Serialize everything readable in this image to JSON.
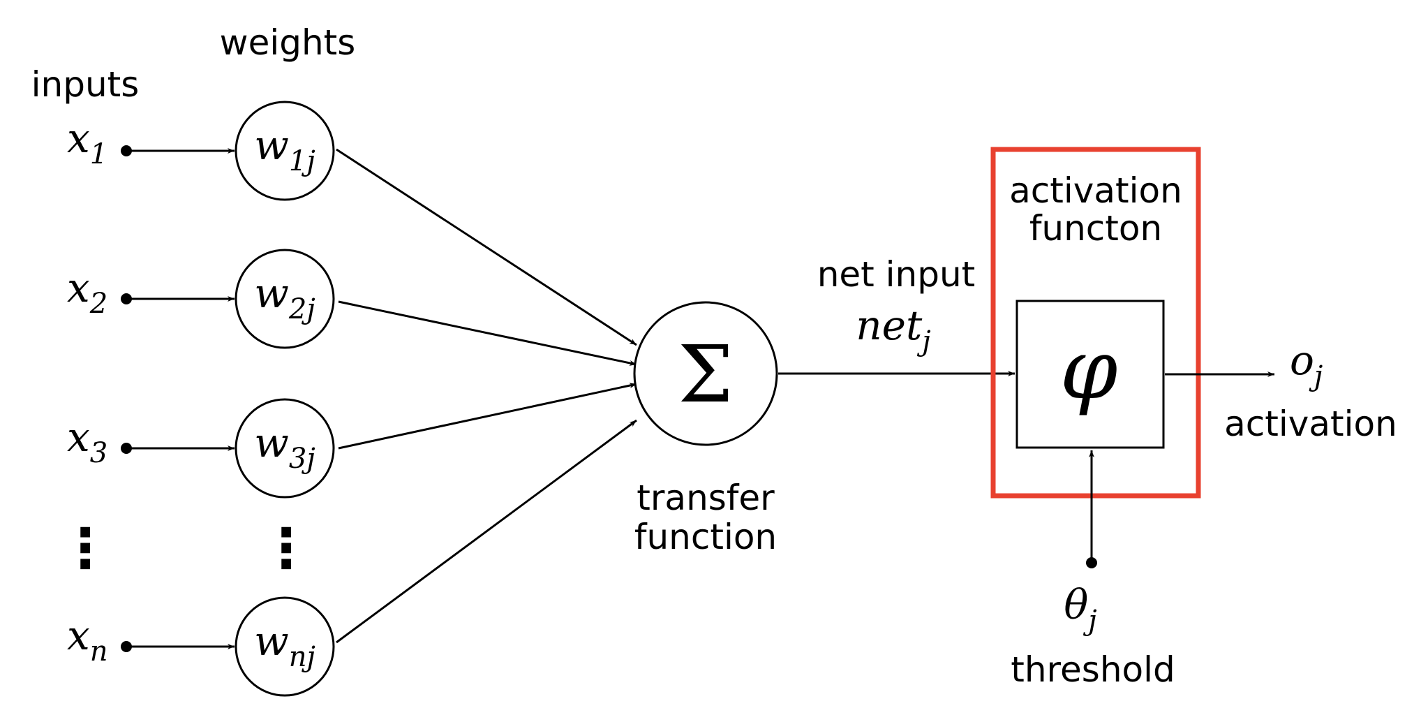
{
  "labels": {
    "inputs": "inputs",
    "weights": "weights",
    "net_input": "net input",
    "transfer_function": [
      "transfer",
      "function"
    ],
    "activation_function": [
      "activation",
      "functon"
    ],
    "activation": "activation",
    "threshold": "threshold"
  },
  "inputs": [
    {
      "base": "x",
      "sub": "1"
    },
    {
      "base": "x",
      "sub": "2"
    },
    {
      "base": "x",
      "sub": "3"
    },
    {
      "base": "x",
      "sub": "n"
    }
  ],
  "weights": [
    {
      "base": "w",
      "sub": "1j"
    },
    {
      "base": "w",
      "sub": "2j"
    },
    {
      "base": "w",
      "sub": "3j"
    },
    {
      "base": "w",
      "sub": "nj"
    }
  ],
  "ellipsis": "⋮",
  "sum_symbol": "Σ",
  "net": {
    "base": "net",
    "sub": "j"
  },
  "phi_symbol": "φ",
  "output": {
    "base": "o",
    "sub": "j"
  },
  "theta": {
    "base": "θ",
    "sub": "j"
  },
  "colors": {
    "highlight": "#e8412f",
    "stroke": "#000000",
    "background": "#ffffff"
  }
}
